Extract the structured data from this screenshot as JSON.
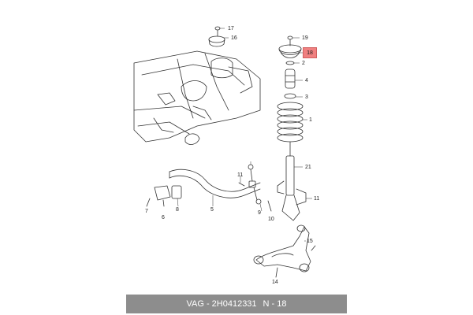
{
  "callouts": {
    "c1": "1",
    "c2": "2",
    "c3": "3",
    "c4": "4",
    "c5": "5",
    "c6": "6",
    "c7": "7",
    "c8": "8",
    "c9": "9",
    "c10": "10",
    "c11a": "11",
    "c11b": "11",
    "c14": "14",
    "c15": "15",
    "c16": "16",
    "c17": "17",
    "c18": "18",
    "c19": "19",
    "c21": "21"
  },
  "highlight_color": "#f08080",
  "footer": {
    "part_label": "VAG - 2H0412331",
    "ref_label": "N - 18"
  }
}
